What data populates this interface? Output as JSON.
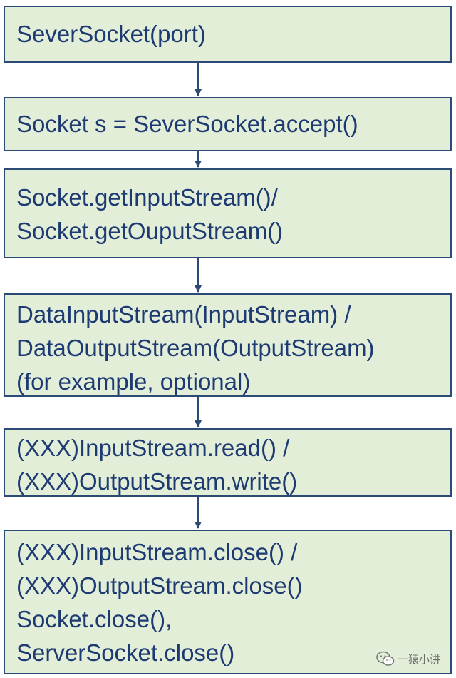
{
  "steps": [
    {
      "lines": [
        "SeverSocket(port)"
      ]
    },
    {
      "lines": [
        "Socket s = SeverSocket.accept()"
      ]
    },
    {
      "lines": [
        "Socket.getInputStream()/",
        "Socket.getOuputStream()"
      ]
    },
    {
      "lines": [
        "DataInputStream(InputStream) /",
        "DataOutputStream(OutputStream)",
        "(for example, optional)"
      ]
    },
    {
      "lines": [
        "(XXX)InputStream.read() /",
        "(XXX)OutputStream.write()"
      ]
    },
    {
      "lines": [
        "(XXX)InputStream.close() /",
        "(XXX)OutputStream.close()",
        "Socket.close(),",
        "ServerSocket.close()"
      ]
    }
  ],
  "watermark": {
    "text": "一猿小讲",
    "icon": "wechat-icon"
  },
  "colors": {
    "box_fill": "#e3eed8",
    "border": "#2b4a76",
    "text": "#1d3b72",
    "arrow": "#2b4a76"
  }
}
